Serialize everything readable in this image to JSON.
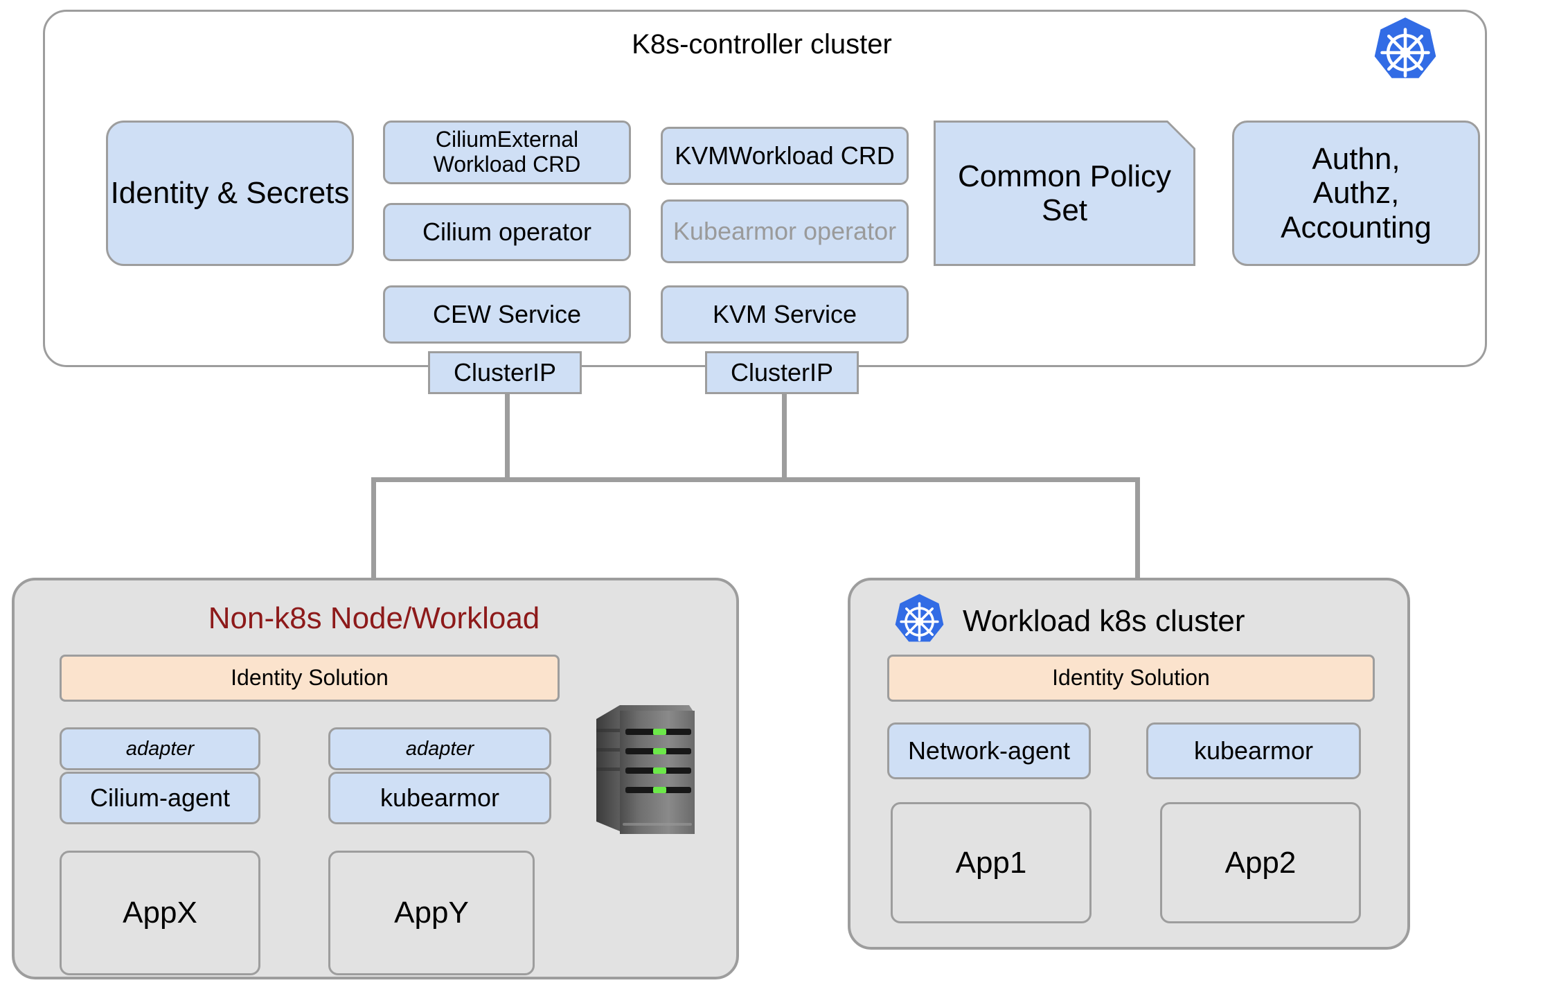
{
  "controller_cluster": {
    "title": "K8s-controller cluster",
    "logo_icon": "kubernetes-logo",
    "identity_secrets": "Identity & Secrets",
    "cew_crd": "CiliumExternal Workload CRD",
    "cilium_operator": "Cilium operator",
    "cew_service": "CEW Service",
    "kvm_crd": "KVMWorkload CRD",
    "kubearmor_operator": "Kubearmor operator",
    "kvm_service": "KVM Service",
    "common_policy_set": "Common Policy Set",
    "authn": "Authn, Authz, Accounting",
    "clusterip_left": "ClusterIP",
    "clusterip_right": "ClusterIP"
  },
  "non_k8s_node": {
    "title": "Non-k8s Node/Workload",
    "identity_solution": "Identity Solution",
    "adapter_left": "adapter",
    "adapter_right": "adapter",
    "cilium_agent": "Cilium-agent",
    "kubearmor": "kubearmor",
    "app_x": "AppX",
    "app_y": "AppY",
    "server_icon": "server-tower-icon"
  },
  "workload_cluster": {
    "title": "Workload k8s cluster",
    "logo_icon": "kubernetes-logo",
    "identity_solution": "Identity Solution",
    "network_agent": "Network-agent",
    "kubearmor": "kubearmor",
    "app1": "App1",
    "app2": "App2"
  },
  "colors": {
    "blue_fill": "#cfdff5",
    "gray_border": "#9d9d9d",
    "gray_fill": "#e2e2e2",
    "peach_fill": "#fbe3cd",
    "k8s_blue": "#326ce5",
    "dark_red": "#8d1a1a",
    "muted_text": "#9a9a9a",
    "led_green": "#6ce84a"
  }
}
